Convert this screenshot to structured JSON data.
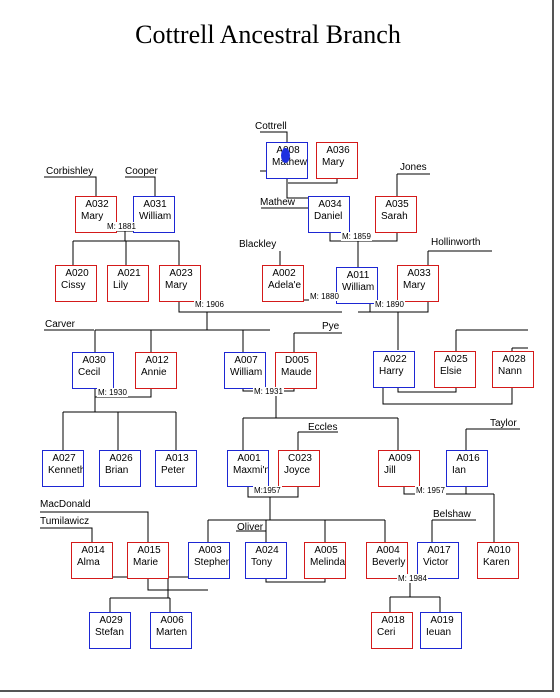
{
  "title": "Cottrell Ancestral Branch",
  "people": [
    {
      "key": "p_a008",
      "id": "A008",
      "name": "Mathew",
      "sex": "m"
    },
    {
      "key": "p_a036",
      "id": "A036",
      "name": "Mary",
      "sex": "f"
    },
    {
      "key": "p_a032",
      "id": "A032",
      "name": "Mary",
      "sex": "f"
    },
    {
      "key": "p_a031",
      "id": "A031",
      "name": "William",
      "sex": "m"
    },
    {
      "key": "p_a034",
      "id": "A034",
      "name": "Daniel",
      "sex": "m"
    },
    {
      "key": "p_a035",
      "id": "A035",
      "name": "Sarah",
      "sex": "f"
    },
    {
      "key": "p_a020",
      "id": "A020",
      "name": "Cissy",
      "sex": "f"
    },
    {
      "key": "p_a021",
      "id": "A021",
      "name": "Lily",
      "sex": "f"
    },
    {
      "key": "p_a023",
      "id": "A023",
      "name": "Mary",
      "sex": "f"
    },
    {
      "key": "p_a002",
      "id": "A002",
      "name": "Adela'e",
      "sex": "f"
    },
    {
      "key": "p_a011",
      "id": "A011",
      "name": "William",
      "sex": "m"
    },
    {
      "key": "p_a033",
      "id": "A033",
      "name": "Mary",
      "sex": "f"
    },
    {
      "key": "p_a030",
      "id": "A030",
      "name": "Cecil",
      "sex": "m"
    },
    {
      "key": "p_a012",
      "id": "A012",
      "name": "Annie",
      "sex": "f"
    },
    {
      "key": "p_a007",
      "id": "A007",
      "name": "William",
      "sex": "m"
    },
    {
      "key": "p_d005",
      "id": "D005",
      "name": "Maude",
      "sex": "f"
    },
    {
      "key": "p_a022",
      "id": "A022",
      "name": "Harry",
      "sex": "m"
    },
    {
      "key": "p_a025",
      "id": "A025",
      "name": "Elsie",
      "sex": "f"
    },
    {
      "key": "p_a028",
      "id": "A028",
      "name": "Nann",
      "sex": "f"
    },
    {
      "key": "p_a027",
      "id": "A027",
      "name": "Kenneth",
      "sex": "m"
    },
    {
      "key": "p_a026",
      "id": "A026",
      "name": "Brian",
      "sex": "m"
    },
    {
      "key": "p_a013",
      "id": "A013",
      "name": "Peter",
      "sex": "m"
    },
    {
      "key": "p_a001",
      "id": "A001",
      "name": "Maxmi'n",
      "sex": "m"
    },
    {
      "key": "p_c023",
      "id": "C023",
      "name": "Joyce",
      "sex": "f"
    },
    {
      "key": "p_a009",
      "id": "A009",
      "name": "Jill",
      "sex": "f"
    },
    {
      "key": "p_a016",
      "id": "A016",
      "name": "Ian",
      "sex": "m"
    },
    {
      "key": "p_a014",
      "id": "A014",
      "name": "Alma",
      "sex": "f"
    },
    {
      "key": "p_a015",
      "id": "A015",
      "name": "Marie",
      "sex": "f"
    },
    {
      "key": "p_a003",
      "id": "A003",
      "name": "Stephen",
      "sex": "m"
    },
    {
      "key": "p_a024",
      "id": "A024",
      "name": "Tony",
      "sex": "m"
    },
    {
      "key": "p_a005",
      "id": "A005",
      "name": "Melinda",
      "sex": "f"
    },
    {
      "key": "p_a004",
      "id": "A004",
      "name": "Beverly",
      "sex": "f"
    },
    {
      "key": "p_a017",
      "id": "A017",
      "name": "Victor",
      "sex": "m"
    },
    {
      "key": "p_a010",
      "id": "A010",
      "name": "Karen",
      "sex": "f"
    },
    {
      "key": "p_a029",
      "id": "A029",
      "name": "Stefan",
      "sex": "m"
    },
    {
      "key": "p_a006",
      "id": "A006",
      "name": "Marten",
      "sex": "m"
    },
    {
      "key": "p_a018",
      "id": "A018",
      "name": "Ceri",
      "sex": "f"
    },
    {
      "key": "p_a019",
      "id": "A019",
      "name": "Ieuan",
      "sex": "m"
    }
  ],
  "surnames": [
    {
      "key": "s_cottrell",
      "text": "Cottrell"
    },
    {
      "key": "s_corbishley",
      "text": "Corbishley"
    },
    {
      "key": "s_cooper",
      "text": "Cooper"
    },
    {
      "key": "s_jones",
      "text": "Jones"
    },
    {
      "key": "s_mathew",
      "text": "Mathew"
    },
    {
      "key": "s_blackley",
      "text": "Blackley"
    },
    {
      "key": "s_hollinworth",
      "text": "Hollinworth"
    },
    {
      "key": "s_carver",
      "text": "Carver"
    },
    {
      "key": "s_pye",
      "text": "Pye"
    },
    {
      "key": "s_eccles",
      "text": "Eccles"
    },
    {
      "key": "s_taylor",
      "text": "Taylor"
    },
    {
      "key": "s_macdonald",
      "text": "MacDonald"
    },
    {
      "key": "s_tumilawicz",
      "text": "Tumilawicz"
    },
    {
      "key": "s_oliver",
      "text": "Oliver"
    },
    {
      "key": "s_belshaw",
      "text": "Belshaw"
    }
  ],
  "marriages": [
    {
      "key": "m1881",
      "text": "M: 1881"
    },
    {
      "key": "m1859",
      "text": "M: 1859"
    },
    {
      "key": "m1880",
      "text": "M: 1880"
    },
    {
      "key": "m1890",
      "text": "M: 1890"
    },
    {
      "key": "m1906",
      "text": "M: 1906"
    },
    {
      "key": "m1930",
      "text": "M: 1930"
    },
    {
      "key": "m1931",
      "text": "M: 1931"
    },
    {
      "key": "m1957a",
      "text": "M:1957"
    },
    {
      "key": "m1957b",
      "text": "M: 1957"
    },
    {
      "key": "m1984",
      "text": "M: 1984"
    }
  ],
  "colors": {
    "male": "#1d27d3",
    "female": "#d41a1a",
    "line": "#000000",
    "cursor": "#1d2fe0"
  },
  "cursor_icon": "mouse-pointer-icon"
}
